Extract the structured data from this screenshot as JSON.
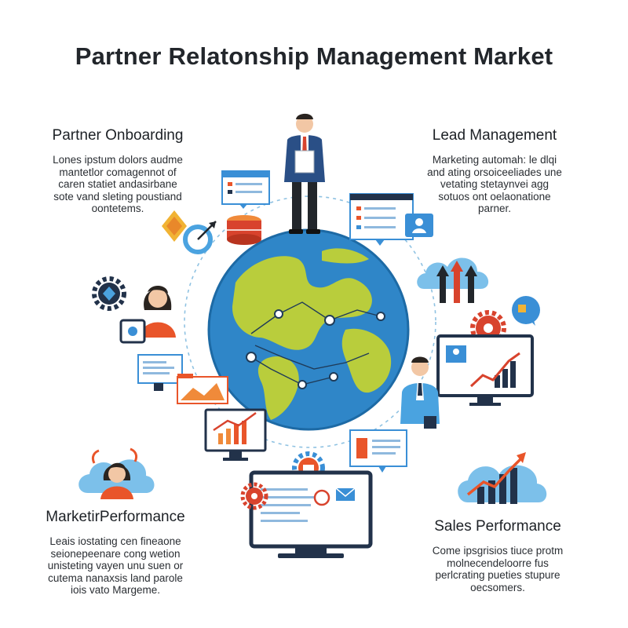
{
  "title": "Partner Relatonship Management Market",
  "sections": {
    "top_left": {
      "heading": "Partner Onboarding",
      "lines": [
        "Lones ipstum dolors audme",
        "mantetlor comagennot of",
        "caren statiet andasirbane",
        "sote vand sleting poustiand",
        "oontetems."
      ]
    },
    "top_right": {
      "heading": "Lead Management",
      "lines": [
        "Marketing automah: le dlqi",
        "and ating orsoiceeliades une",
        "vetating stetaynvei agg",
        "sotuos ont oelaonatione",
        "parner."
      ]
    },
    "bottom_left": {
      "heading": "MarketirPerformance",
      "lines": [
        "Leais iostating cen fineaone",
        "seionepeenare cong wetion",
        "unisteting vayen unu suen or",
        "cutema nanaxsis land parole",
        "iois vato Margeme."
      ]
    },
    "bottom_right": {
      "heading": "Sales Performance",
      "lines": [
        "Come ipsgrisios tiuce protm",
        "molnecendeloorre fus",
        "perlcrating pueties stupure",
        "oecsomers."
      ]
    }
  },
  "colors": {
    "ocean": "#2f86c8",
    "land": "#b9cd3c",
    "accent_blue": "#3a8fd6",
    "accent_orange": "#e9552a",
    "accent_red": "#d8432d",
    "navy": "#22324a"
  },
  "icons": [
    "globe-icon",
    "businessman-icon",
    "woman-avatar-icon",
    "businessman-tablet-icon",
    "cloud-icon",
    "gear-icon",
    "monitor-chart-icon",
    "bar-chart-icon",
    "database-icon",
    "target-icon",
    "browser-window-icon",
    "user-card-icon"
  ]
}
